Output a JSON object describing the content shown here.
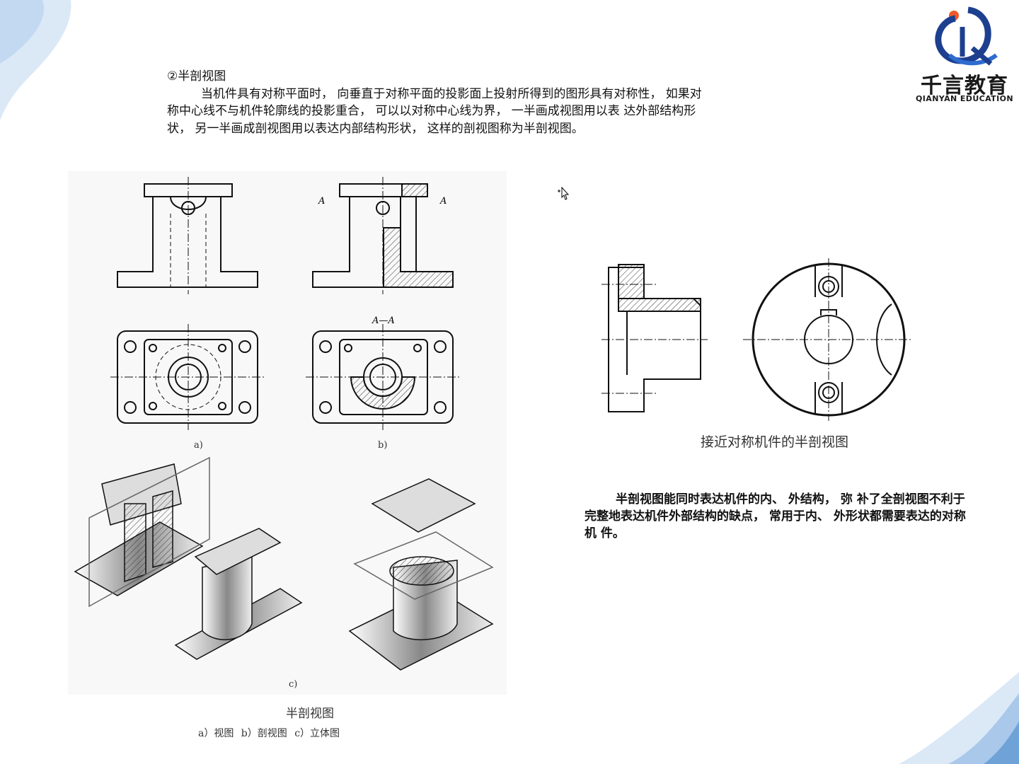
{
  "heading": "②半剖视图",
  "intro_paragraph": "当机件具有对称平面时， 向垂直于对称平面的投影面上投射所得到的图形具有对称性， 如果对称中心线不与机件轮廓线的投影重合， 可以以对称中心线为界， 一半画成视图用以表 达外部结构形状， 另一半画成剖视图用以表达内部结构形状， 这样的剖视图称为半剖视图。",
  "logo": {
    "cn": "千言教育",
    "en": "QIANYAN EDUCATION"
  },
  "left_figure": {
    "section_mark": "A",
    "section_label": "A—A",
    "sub_a": "a)",
    "sub_b": "b)",
    "sub_c": "c)",
    "title": "半剖视图",
    "legend": "a）视图  b）剖视图  c）立体图"
  },
  "right_figure": {
    "caption": "接近对称机件的半剖视图"
  },
  "summary": "半剖视图能同时表达机件的内、 外结构， 弥 补了全剖视图不利于完整地表达机件外部结构的缺点， 常用于内、 外形状都需要表达的对称机 件。",
  "colors": {
    "deco_light": "#dbe8f6",
    "deco_mid": "#a9c8ea",
    "deco_dark": "#6fa3d8"
  },
  "icons": [
    "move-cursor-icon"
  ]
}
